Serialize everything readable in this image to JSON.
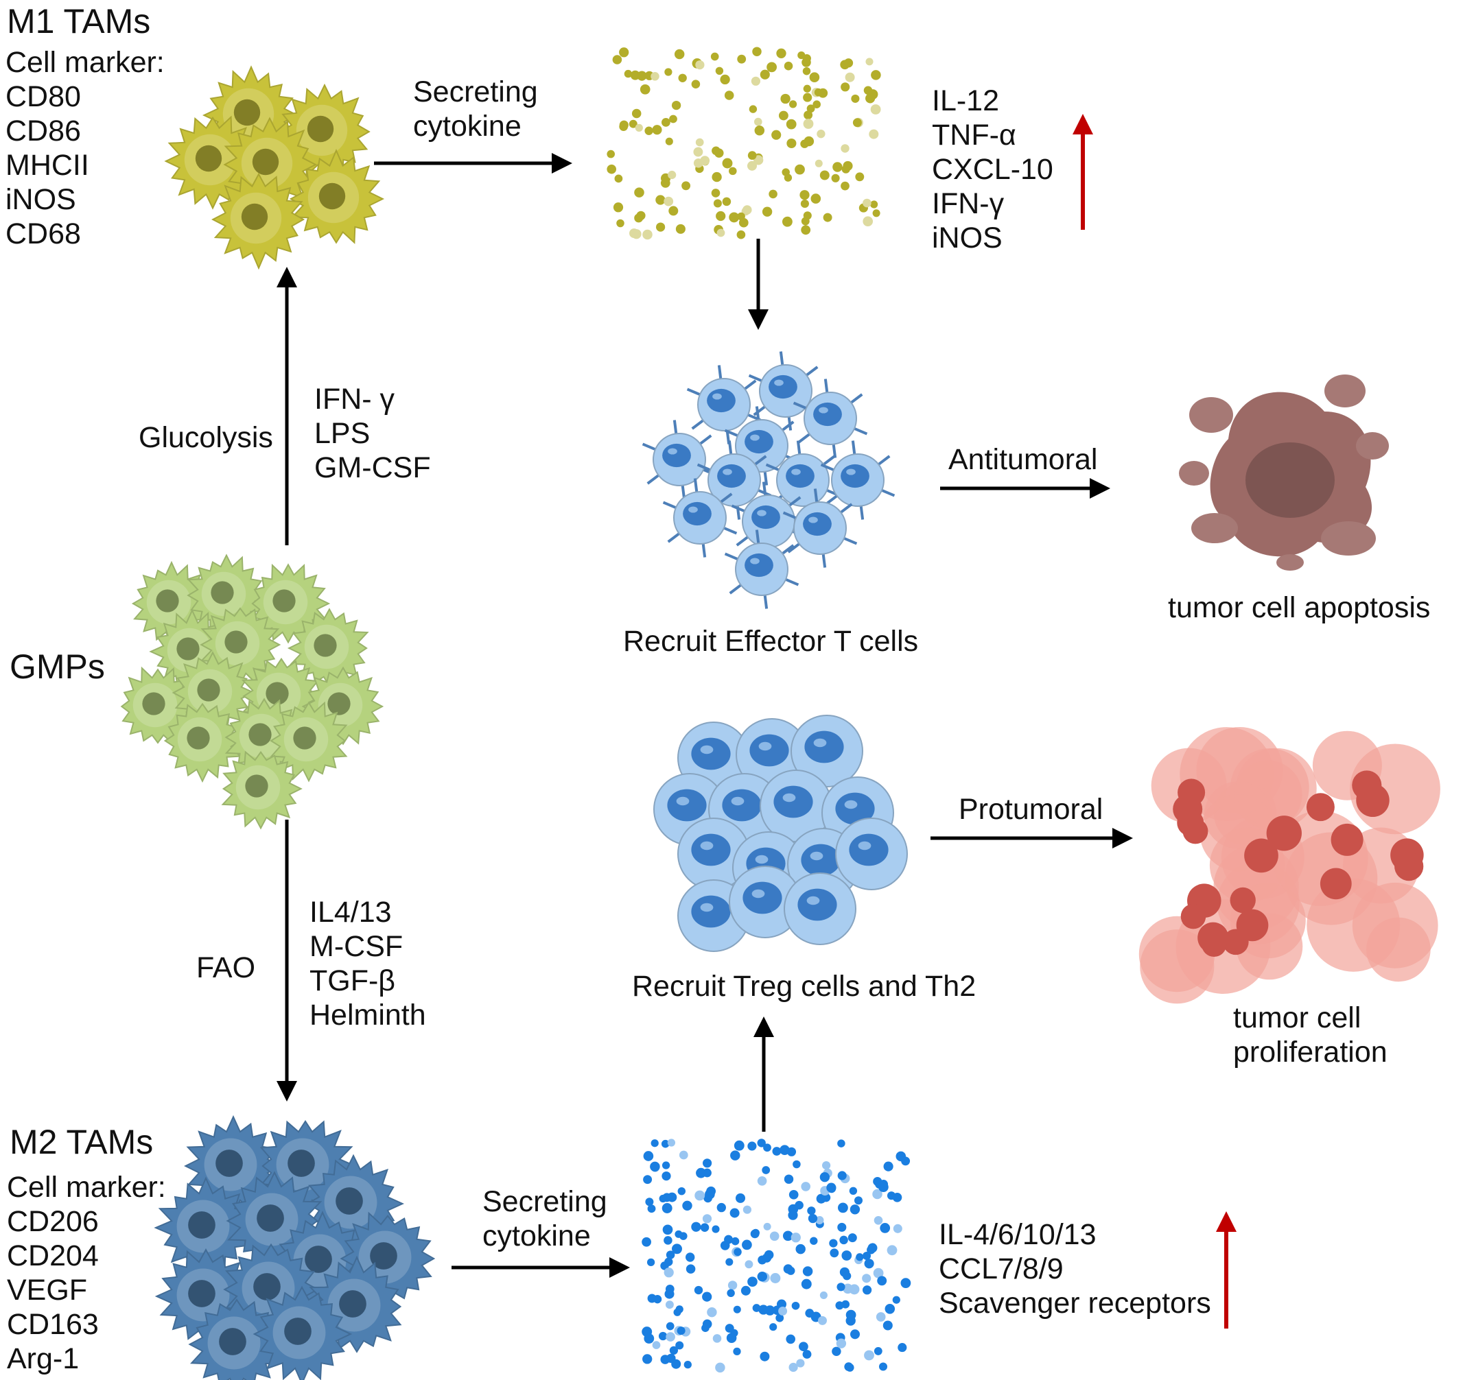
{
  "m1": {
    "title": "M1 TAMs",
    "marker_heading": "Cell marker:",
    "markers": [
      "CD80",
      "CD86",
      "MHCII",
      "iNOS",
      "CD68"
    ],
    "secreting": [
      "Secreting",
      "cytokine"
    ],
    "cytokines": [
      "IL-12",
      "TNF-α",
      "CXCL-10",
      "IFN-γ",
      "iNOS"
    ]
  },
  "gmps": {
    "label": "GMPs"
  },
  "pathway_up": {
    "metabolism": "Glucolysis",
    "stimuli": [
      "IFN- γ",
      "LPS",
      "GM-CSF"
    ]
  },
  "pathway_down": {
    "metabolism": "FAO",
    "stimuli": [
      "IL4/13",
      "M-CSF",
      "TGF-β",
      "Helminth"
    ]
  },
  "m2": {
    "title": "M2 TAMs",
    "marker_heading": "Cell marker:",
    "markers": [
      "CD206",
      "CD204",
      "VEGF",
      "CD163",
      "Arg-1"
    ],
    "secreting": [
      "Secreting",
      "cytokine"
    ],
    "cytokines": [
      "IL-4/6/10/13",
      "CCL7/8/9",
      "Scavenger receptors"
    ]
  },
  "effector": {
    "label": "Recruit Effector T cells",
    "arrow_label": "Antitumoral",
    "outcome": "tumor cell apoptosis"
  },
  "treg": {
    "label": "Recruit Treg cells and Th2",
    "arrow_label": "Protumoral",
    "outcome": [
      "tumor cell",
      "proliferation"
    ]
  },
  "colors": {
    "m1_cell": "#c8c23a",
    "gmp_cell": "#b5d27e",
    "m2_cell": "#4e7fb0",
    "m1_dots": "#b3ad2a",
    "m2_dots": "#1a7ee0",
    "t_cell": "#a9cdf0",
    "apoptosis": "#9c6a66",
    "proliferation": "#f2a49a",
    "up_arrow": "#c00000"
  }
}
